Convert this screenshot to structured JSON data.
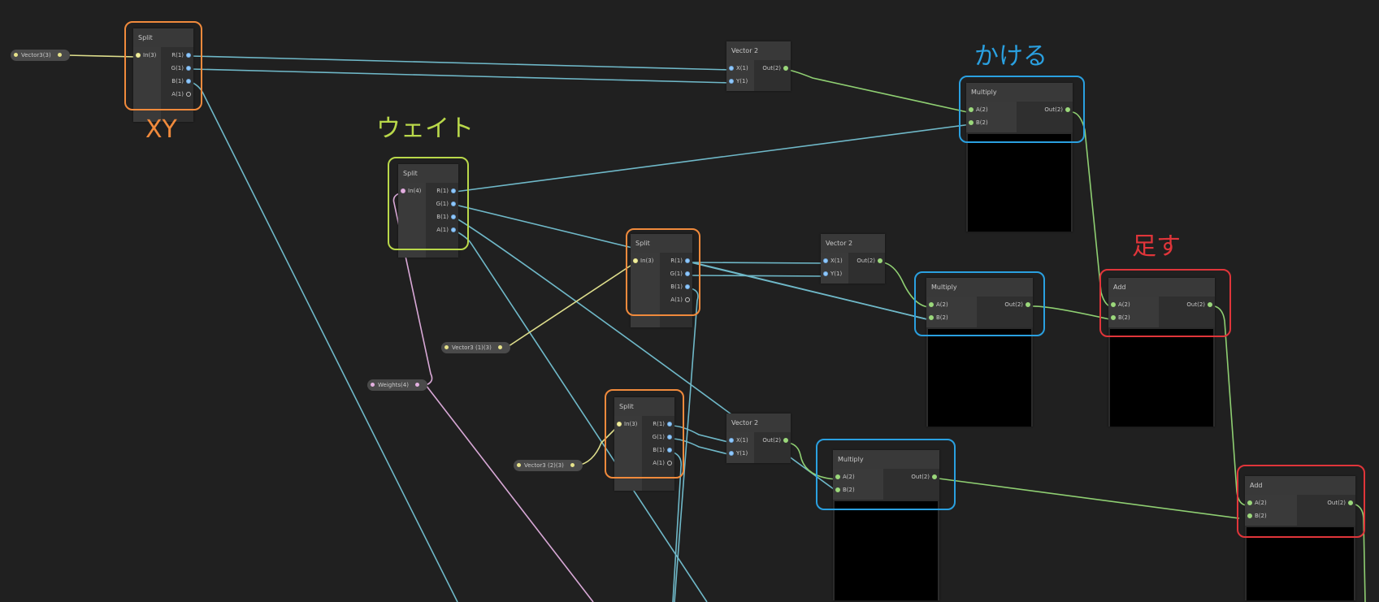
{
  "annotations": {
    "xy": {
      "text": "XY",
      "color": "#f08a3c"
    },
    "weight": {
      "text": "ウェイト",
      "color": "#b9d84a"
    },
    "multiply": {
      "text": "かける",
      "color": "#2aa0e0"
    },
    "add": {
      "text": "足す",
      "color": "#e0353a"
    }
  },
  "properties": {
    "vector3_a": "Vector3(3)",
    "vector3_b": "Vector3 (1)(3)",
    "vector3_c": "Vector3 (2)(3)",
    "weights": "Weights(4)"
  },
  "split1": {
    "title": "Split",
    "in": "In(3)",
    "r": "R(1)",
    "g": "G(1)",
    "b": "B(1)",
    "a": "A(1)"
  },
  "split2": {
    "title": "Split",
    "in": "In(4)",
    "r": "R(1)",
    "g": "G(1)",
    "b": "B(1)",
    "a": "A(1)"
  },
  "split3": {
    "title": "Split",
    "in": "In(3)",
    "r": "R(1)",
    "g": "G(1)",
    "b": "B(1)",
    "a": "A(1)"
  },
  "split4": {
    "title": "Split",
    "in": "In(3)",
    "r": "R(1)",
    "g": "G(1)",
    "b": "B(1)",
    "a": "A(1)"
  },
  "vec2_1": {
    "title": "Vector 2",
    "x": "X(1)",
    "y": "Y(1)",
    "out": "Out(2)"
  },
  "vec2_2": {
    "title": "Vector 2",
    "x": "X(1)",
    "y": "Y(1)",
    "out": "Out(2)"
  },
  "vec2_3": {
    "title": "Vector 2",
    "x": "X(1)",
    "y": "Y(1)",
    "out": "Out(2)"
  },
  "mul1": {
    "title": "Multiply",
    "a": "A(2)",
    "b": "B(2)",
    "out": "Out(2)"
  },
  "mul2": {
    "title": "Multiply",
    "a": "A(2)",
    "b": "B(2)",
    "out": "Out(2)"
  },
  "mul3": {
    "title": "Multiply",
    "a": "A(2)",
    "b": "B(2)",
    "out": "Out(2)"
  },
  "add1": {
    "title": "Add",
    "a": "A(2)",
    "b": "B(2)",
    "out": "Out(2)"
  },
  "add2": {
    "title": "Add",
    "a": "A(2)",
    "b": "B(2)",
    "out": "Out(2)"
  },
  "colors": {
    "wire_float": "#6fb8c8",
    "wire_vec2": "#8fcf72",
    "wire_vec3": "#dede8c",
    "wire_vec4": "#d8a8d6",
    "frame_orange": "#f08a3c",
    "frame_green": "#b9d84a",
    "frame_blue": "#2aa0e0",
    "frame_red": "#e0353a"
  }
}
